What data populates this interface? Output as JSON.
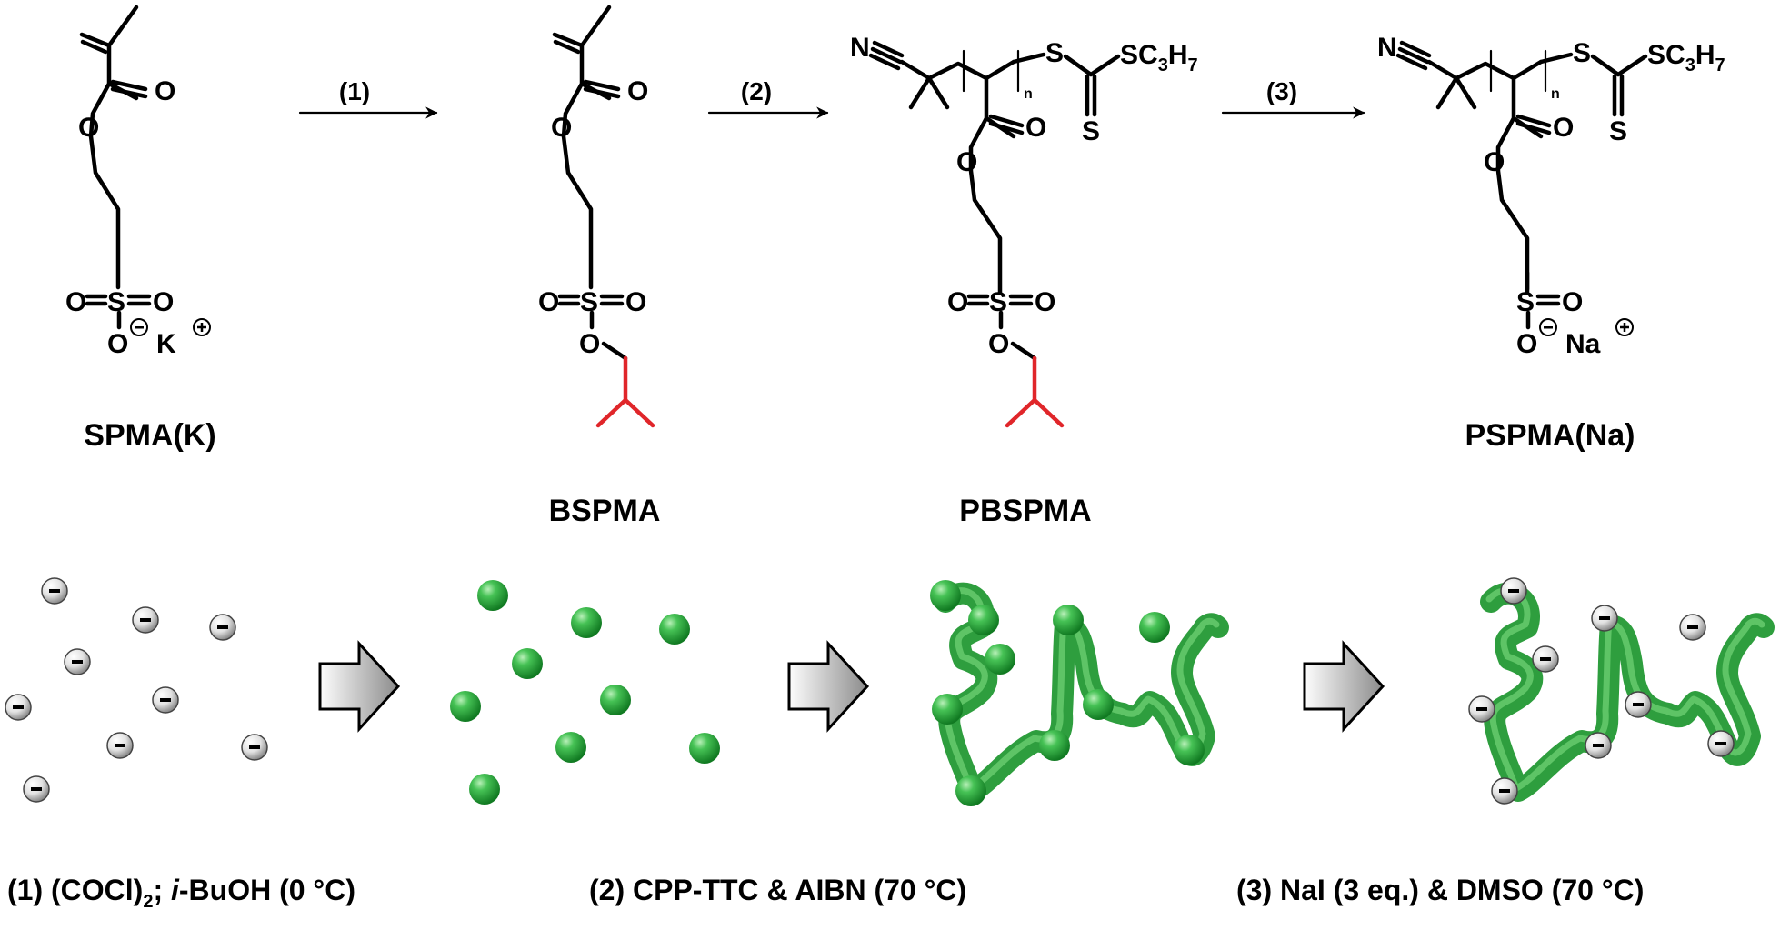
{
  "compounds": [
    {
      "label": "SPMA(K)"
    },
    {
      "label": "BSPMA"
    },
    {
      "label": "PBSPMA"
    },
    {
      "label": "PSPMA(Na)"
    }
  ],
  "steps": [
    {
      "number": "(1)",
      "condition": {
        "a": "(1) (COCl)",
        "sub": "2",
        "b": "; ",
        "c": "i",
        "d": "-BuOH (0 °C)"
      }
    },
    {
      "number": "(2)",
      "condition": {
        "text": "(2) CPP-TTC & AIBN (70 °C)"
      }
    },
    {
      "number": "(3)",
      "condition": {
        "text": "(3) NaI (3 eq.) & DMSO (70 °C)"
      }
    }
  ],
  "atoms": {
    "O": "O",
    "S": "S",
    "N": "N",
    "K": "K",
    "Na": "Na",
    "SC": "SC",
    "three": "3",
    "H": "H",
    "seven": "7",
    "n": "n",
    "minus": "−"
  },
  "colors": {
    "ester_group": "#e0262a",
    "polymer_chain": "#2e9e3e",
    "sphere": "#2fae43",
    "anion_ball": "#dcdcdc"
  }
}
